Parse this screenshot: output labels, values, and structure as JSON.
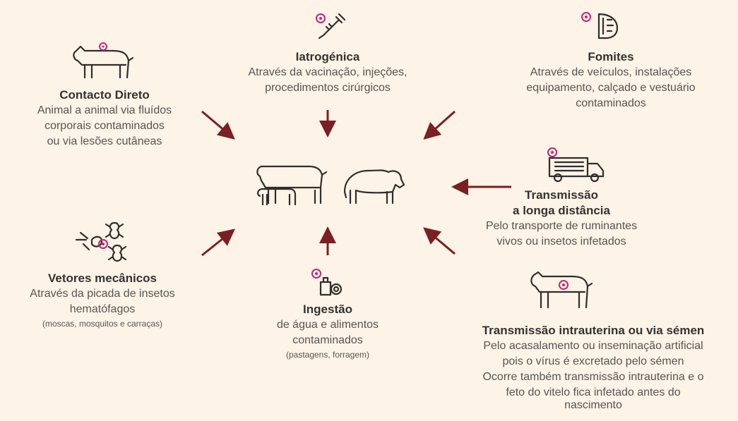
{
  "colors": {
    "background": "#fdf3e6",
    "arrow": "#7a1f24",
    "virus": "#c0267a"
  },
  "center": {
    "icons": [
      "cattle-icon",
      "bison-icon"
    ]
  },
  "routes": {
    "direct": {
      "title": "Contacto Direto",
      "lines": [
        "Animal a animal via fluídos",
        "corporais contaminados",
        "ou via lesões cutâneas"
      ],
      "icon": "cow-icon"
    },
    "iatro": {
      "title": "Iatrogénica",
      "lines": [
        "Através da vacinação, injeções,",
        "procedimentos cirúrgicos"
      ],
      "icon": "syringe-icon"
    },
    "fomites": {
      "title": "Fomites",
      "lines": [
        "Através de veículos, instalações",
        "equipamento, calçado e vestuário",
        "contaminados"
      ],
      "icon": "boot-icon"
    },
    "longdist": {
      "title": [
        "Transmissão",
        "a longa distância"
      ],
      "lines": [
        "Pelo transporte de ruminantes",
        "vivos ou insetos infetados"
      ],
      "icon": "truck-icon"
    },
    "vectors": {
      "title": "Vetores mecânicos",
      "lines": [
        "Através da picada de insetos",
        "hematófagos"
      ],
      "note": "(moscas, mosquitos e carraças)",
      "icon": "insects-icon"
    },
    "ingestion": {
      "title": "Ingestão",
      "lines": [
        "de água e alimentos",
        "contaminados"
      ],
      "note": "(pastagens, forragem)",
      "icon": "feed-icon"
    },
    "semen": {
      "title": "Transmissão intrauterina ou via sémen",
      "lines": [
        "Pelo acasalamento ou inseminação artificial",
        "pois o vírus é excretado pelo sémen",
        "Ocorre também transmissão intrauterina e o",
        "feto do vitelo fica infetado antes do",
        "nascimento"
      ],
      "icon": "cow-virus-icon"
    }
  }
}
